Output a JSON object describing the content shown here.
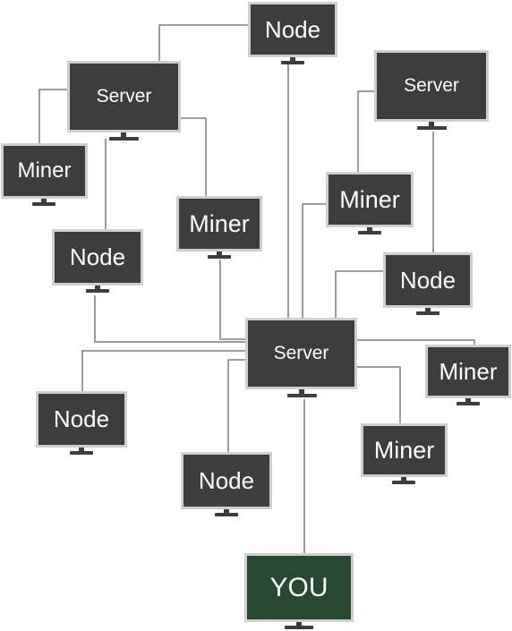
{
  "diagram": {
    "nodes": {
      "node_top": "Node",
      "server_left": "Server",
      "server_right": "Server",
      "miner_far_left": "Miner",
      "miner_center": "Miner",
      "miner_right_upper": "Miner",
      "node_left": "Node",
      "node_right": "Node",
      "server_center": "Server",
      "miner_right": "Miner",
      "node_bottom_left": "Node",
      "miner_lower_right": "Miner",
      "node_bottom_center": "Node",
      "you": "YOU"
    },
    "colors": {
      "screen": "#3d3d3d",
      "you_screen": "#284832",
      "bezel": "#cfcfcf",
      "wire": "#666666"
    }
  }
}
